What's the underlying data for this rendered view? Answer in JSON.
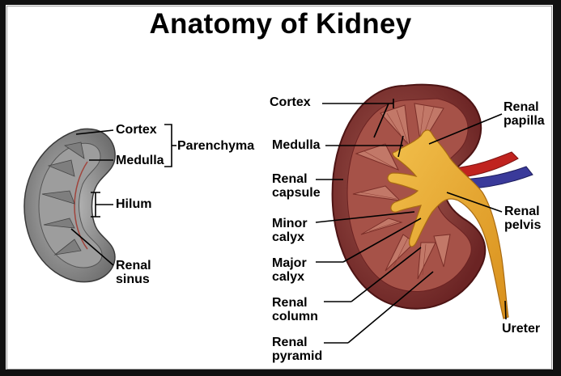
{
  "title": "Anatomy of Kidney",
  "left_labels": {
    "cortex": "Cortex",
    "medulla": "Medulla",
    "parenchyma": "Parenchyma",
    "hilum": "Hilum",
    "renal_sinus": [
      "Renal",
      "sinus"
    ]
  },
  "right_labels": {
    "cortex": "Cortex",
    "medulla": "Medulla",
    "renal_capsule": [
      "Renal",
      "capsule"
    ],
    "minor_calyx": [
      "Minor",
      "calyx"
    ],
    "major_calyx": [
      "Major",
      "calyx"
    ],
    "renal_column": [
      "Renal",
      "column"
    ],
    "renal_pyramid": [
      "Renal",
      "pyramid"
    ],
    "renal_papilla": [
      "Renal",
      "papilla"
    ],
    "renal_pelvis": [
      "Renal",
      "pelvis"
    ],
    "ureter": "Ureter"
  },
  "colors": {
    "kidney_outer": "#7a2b2b",
    "kidney_cortex": "#9b4a44",
    "pyramid": "#b86a5e",
    "pelvis": "#e8a92a",
    "artery": "#c0231f",
    "vein": "#3a3a9a",
    "gray_section": "#8c8c8c"
  }
}
